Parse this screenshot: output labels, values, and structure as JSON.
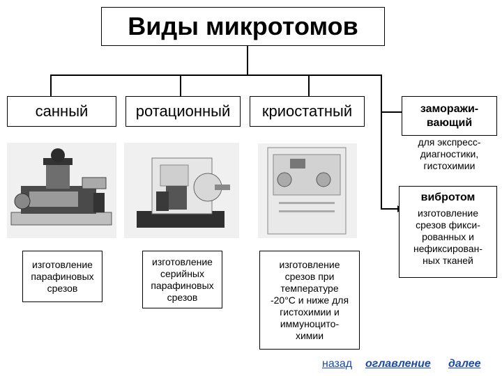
{
  "title": "Виды микротомов",
  "categories": {
    "sanny": "санный",
    "rotational": "ротационный",
    "cryostat": "криостатный",
    "freezing": "заморажи-\nвающий"
  },
  "freezing_note": "для экспресс-\nдиагностики,\nгистохимии",
  "vibratome": {
    "title": "вибротом",
    "desc": "изготовление\nсрезов фикси-\nрованных и\nнефиксирован-\nных тканей"
  },
  "descriptions": {
    "sanny": "изготовление\nпарафиновых\nсрезов",
    "rotational": "изготовление\nсерийных\nпарафиновых\nсрезов",
    "cryostat": "изготовление\nсрезов при\nтемпературе\n-20°С и ниже для\nгистохимии и\nиммуноцито-\nхимии"
  },
  "nav": {
    "back": "назад",
    "contents": "оглавление",
    "next": "далее"
  },
  "colors": {
    "link": "#1a4aa8",
    "line": "#000000"
  }
}
